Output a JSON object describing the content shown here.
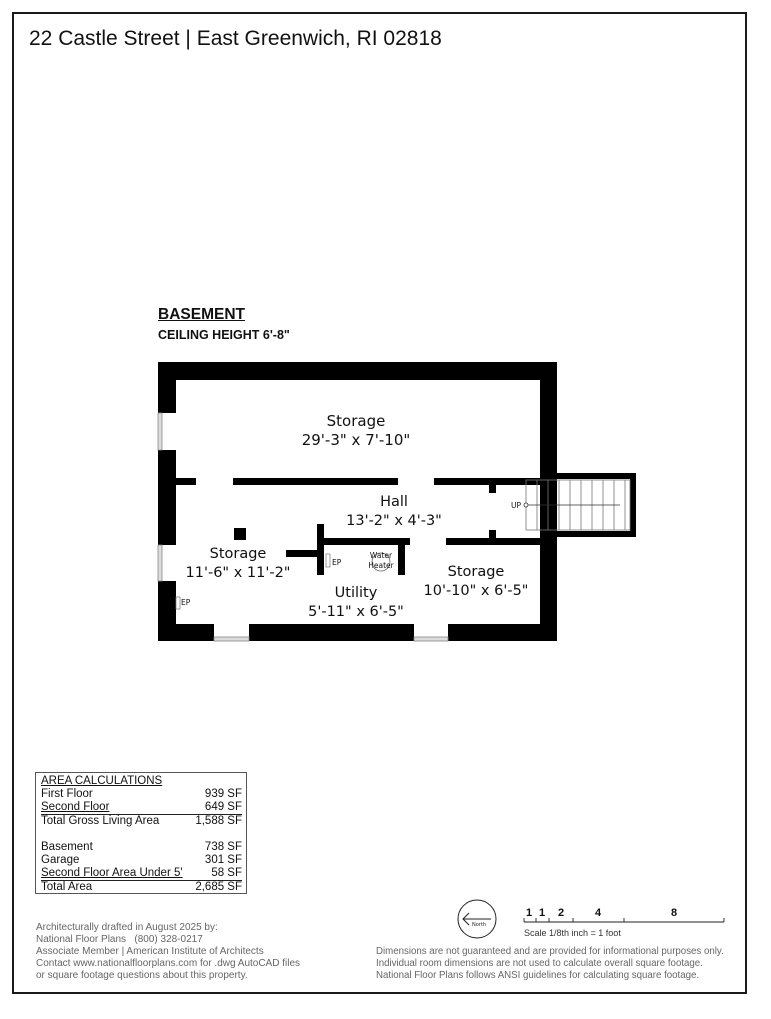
{
  "header": {
    "title": "22 Castle Street | East Greenwich, RI 02818"
  },
  "floor": {
    "name": "BASEMENT",
    "ceiling_height": "CEILING HEIGHT 6'-8\""
  },
  "rooms": [
    {
      "name": "Storage",
      "dimensions": "29'-3\" x 7'-10\""
    },
    {
      "name": "Hall",
      "dimensions": "13'-2\" x 4'-3\""
    },
    {
      "name": "Storage",
      "dimensions": "11'-6\" x 11'-2\""
    },
    {
      "name": "Utility",
      "dimensions": "5'-11\" x 6'-5\""
    },
    {
      "name": "Storage",
      "dimensions": "10'-10\" x 6'-5\""
    }
  ],
  "fixtures": {
    "water_heater_line1": "Water",
    "water_heater_line2": "Heater",
    "ep_label": "EP",
    "stairs_label": "UP"
  },
  "area_calculations": {
    "title": "AREA CALCULATIONS",
    "rows": [
      {
        "label": "First Floor",
        "value": "939 SF"
      },
      {
        "label": "Second Floor",
        "value": "649 SF"
      },
      {
        "label": "Total Gross Living Area",
        "value": "1,588 SF"
      },
      {
        "label": "Basement",
        "value": "738 SF"
      },
      {
        "label": "Garage",
        "value": "301 SF"
      },
      {
        "label": "Second Floor Area Under 5'",
        "value": "58 SF"
      },
      {
        "label": "Total Area",
        "value": "2,685 SF"
      }
    ]
  },
  "credits": {
    "lines": [
      "Architecturally drafted in August 2025 by:",
      "National Floor Plans   (800) 328-0217",
      "Associate Member | American Institute of Architects",
      "Contact www.nationalfloorplans.com for .dwg AutoCAD files",
      "or square footage questions about this property."
    ]
  },
  "compass": {
    "label": "North"
  },
  "scale_bar": {
    "ticks": [
      "1",
      "1",
      "2",
      "4",
      "8"
    ],
    "note": "Scale 1/8th inch = 1 foot"
  },
  "disclaimer": {
    "lines": [
      "Dimensions are not guaranteed and are provided for informational purposes only.",
      "Individual room dimensions are not used to calculate overall square footage.",
      "National Floor Plans follows ANSI guidelines for calculating square footage."
    ]
  },
  "colors": {
    "wall": "#000000",
    "window_frame": "#888888",
    "text_primary": "#111111",
    "text_muted": "#666666"
  }
}
